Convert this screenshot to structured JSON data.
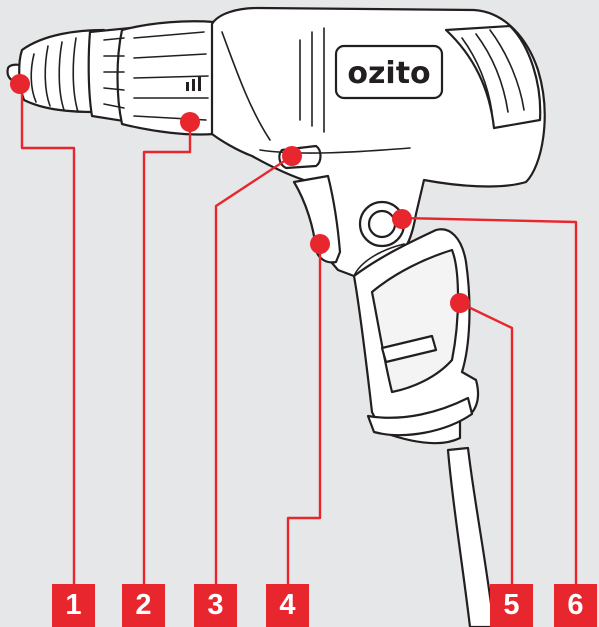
{
  "brand": "ozito",
  "accent_color": "#e8262e",
  "outline_color": "#231f20",
  "background_color": "#e6e7e8",
  "callouts": [
    {
      "number": "1",
      "part": "keyless-chuck"
    },
    {
      "number": "2",
      "part": "torque-adjustment-collar"
    },
    {
      "number": "3",
      "part": "forward-reverse-switch"
    },
    {
      "number": "4",
      "part": "trigger-switch"
    },
    {
      "number": "5",
      "part": "handle-grip"
    },
    {
      "number": "6",
      "part": "lock-on-button"
    }
  ]
}
